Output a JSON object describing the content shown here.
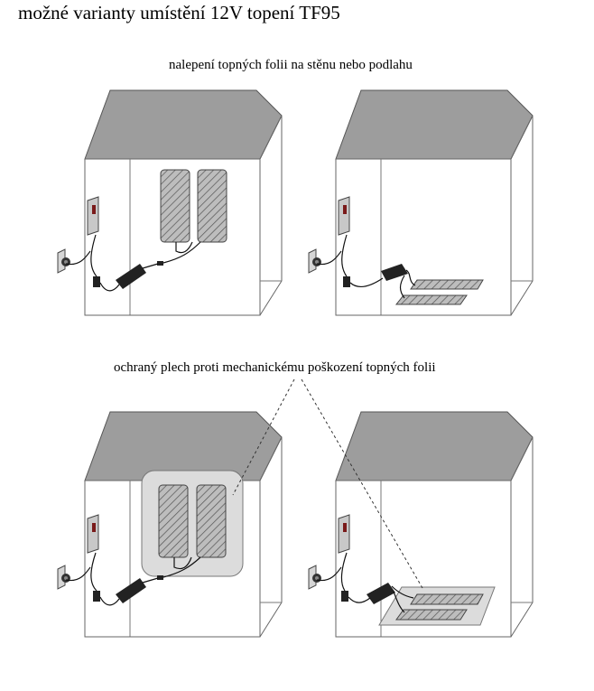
{
  "title": "možné varianty umístění 12V topení  TF95",
  "caption_top": "nalepení topných folii na stěnu nebo podlahu",
  "caption_bottom": "ochraný plech proti mechanickému poškození topných folii"
}
